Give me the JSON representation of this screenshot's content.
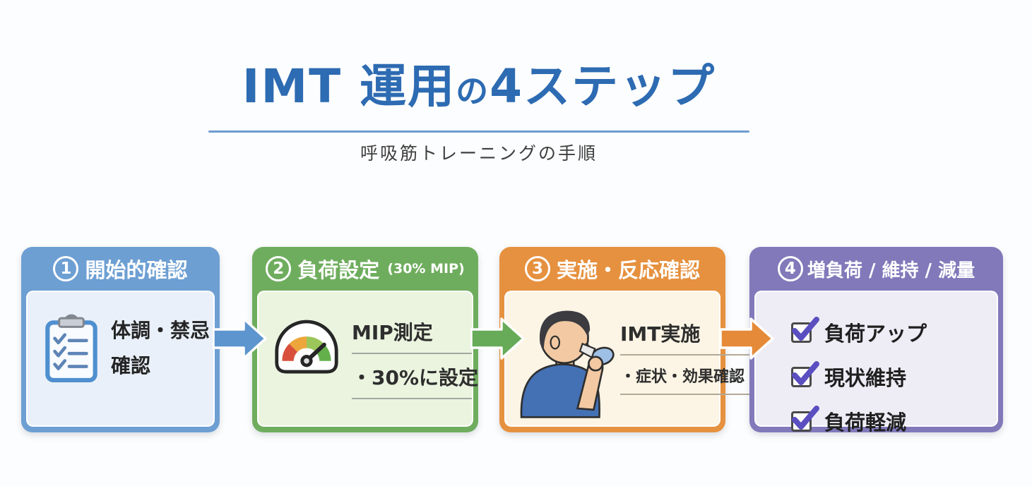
{
  "header": {
    "title_parts": {
      "main": "IMT 運用",
      "particle": "の",
      "rest": "4ステップ"
    },
    "subtitle": "呼吸筋トレーニングの手順",
    "colors": {
      "title": "#2d6bb2",
      "underline": "#6f9cd2",
      "subtitle": "#3e3e3e"
    }
  },
  "steps": [
    {
      "number": "1",
      "title": "開始的確認",
      "icon": "clipboard-checklist-icon",
      "colors": {
        "accent": "#6d9fd3",
        "body": "#e9f0f9"
      },
      "text_lines": [
        "体調・禁忌",
        "確認"
      ]
    },
    {
      "number": "2",
      "title": "負荷設定",
      "title_note": "(30% MIP)",
      "icon": "gauge-icon",
      "colors": {
        "accent": "#6fad5e",
        "body": "#eaf4df"
      },
      "items": [
        "MIP測定",
        "・30%に設定"
      ]
    },
    {
      "number": "3",
      "title": "実施・反応確認",
      "icon": "person-inhaler-icon",
      "colors": {
        "accent": "#e6913f",
        "body": "#fcf5e5"
      },
      "items": [
        "IMT実施",
        "・症状・効果確認"
      ]
    },
    {
      "number": "4",
      "title": "増負荷 / 維持 / 減量",
      "icon": "checkbox-checked-icon",
      "colors": {
        "accent": "#8179ba",
        "body": "#eeedf6",
        "check": "#5b4ec0"
      },
      "checklist": [
        "負荷アップ",
        "現状維持",
        "負荷軽減"
      ]
    }
  ],
  "arrows": [
    {
      "from": "step-1",
      "to": "step-2",
      "color": "#5d95ce",
      "icon": "block-arrow-right-icon"
    },
    {
      "from": "step-2",
      "to": "step-3",
      "color": "#67ab58",
      "icon": "block-arrow-right-icon"
    },
    {
      "from": "step-3",
      "to": "step-4",
      "color": "#e58a39",
      "icon": "block-arrow-right-icon"
    }
  ]
}
